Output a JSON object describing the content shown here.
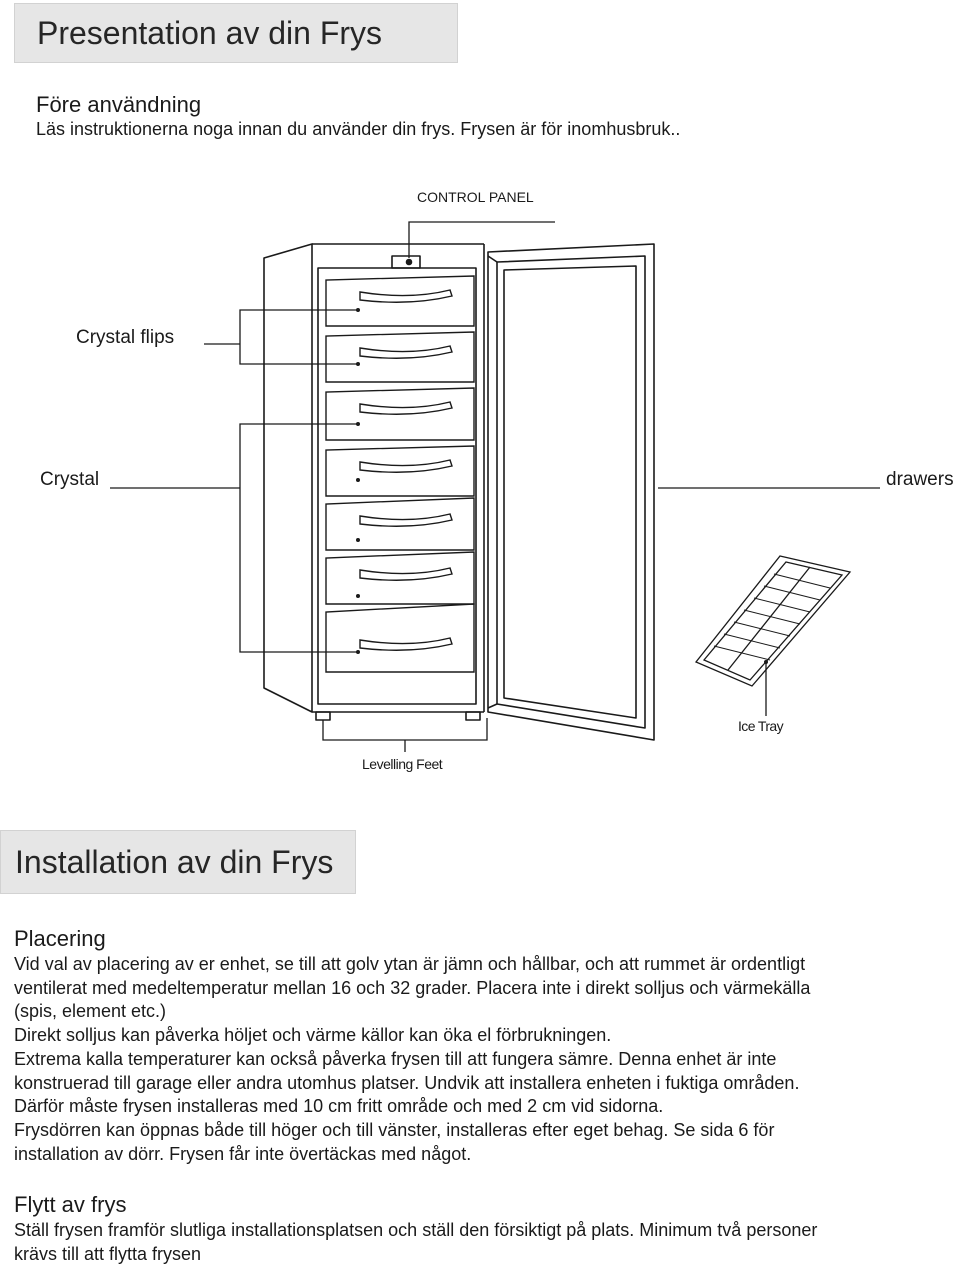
{
  "section1": {
    "title": "Presentation av din Frys",
    "subtitle": "Före användning",
    "intro": "Läs instruktionerna noga innan du använder din frys. Frysen är för inomhusbruk.."
  },
  "diagram": {
    "control_panel": "CONTROL PANEL",
    "crystal_flips": "Crystal flips",
    "crystal": "Crystal",
    "drawers": "drawers",
    "ice_tray": "Ice Tray",
    "levelling_feet": "Levelling Feet"
  },
  "section2": {
    "title": "Installation av din Frys",
    "placering_heading": "Placering",
    "placering_lines": [
      "Vid val av placering av er enhet, se till att golv ytan är jämn och hållbar, och att rummet är ordentligt",
      "ventilerat med medeltemperatur mellan 16 och 32 grader. Placera inte i direkt solljus och värmekälla",
      "(spis, element etc.)",
      "Direkt solljus kan påverka höljet och värme källor kan öka el förbrukningen.",
      "Extrema kalla temperaturer kan också påverka frysen till att fungera sämre. Denna enhet är inte",
      "konstruerad till garage eller andra utomhus platser. Undvik att installera enheten i fuktiga områden.",
      "Därför måste frysen installeras med 10 cm fritt område och med 2 cm vid sidorna.",
      "Frysdörren kan öppnas både till höger och till vänster, installeras efter eget behag. Se sida 6 för",
      "installation av dörr. Frysen får inte övertäckas med något."
    ],
    "flytt_heading": "Flytt av frys",
    "flytt_lines": [
      "Ställ frysen framför slutliga installationsplatsen och ställ den försiktigt på plats. Minimum två personer",
      "krävs till att flytta frysen"
    ]
  }
}
